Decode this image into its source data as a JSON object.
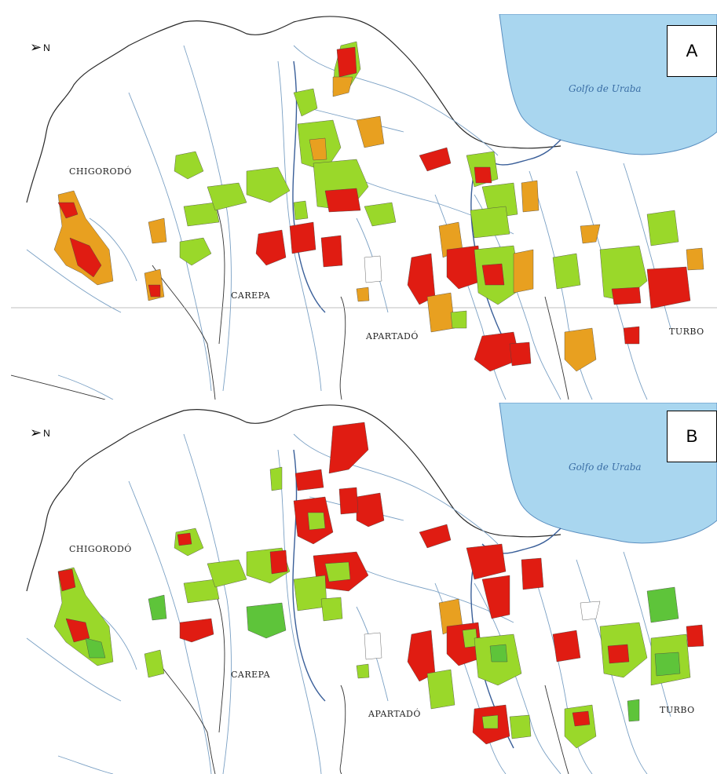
{
  "colors": {
    "sea": "#a9d6ef",
    "river": "#6a8fb5",
    "main_river": "#3a5f99",
    "boundary": "#2a2a2a",
    "high": "#e01c12",
    "medium": "#e8a020",
    "low": "#9ad82a",
    "green": "#5ec43a"
  },
  "panels": [
    {
      "label": "A",
      "gulf_label": "Golfo de Uraba",
      "north_symbol": "N",
      "towns": [
        "CHIGORODÓ",
        "CAREPA",
        "APARTADÓ",
        "TURBO"
      ]
    },
    {
      "label": "B",
      "gulf_label": "Golfo de Uraba",
      "north_symbol": "N",
      "towns": [
        "CHIGORODÓ",
        "CAREPA",
        "APARTADÓ",
        "TURBO"
      ]
    }
  ]
}
